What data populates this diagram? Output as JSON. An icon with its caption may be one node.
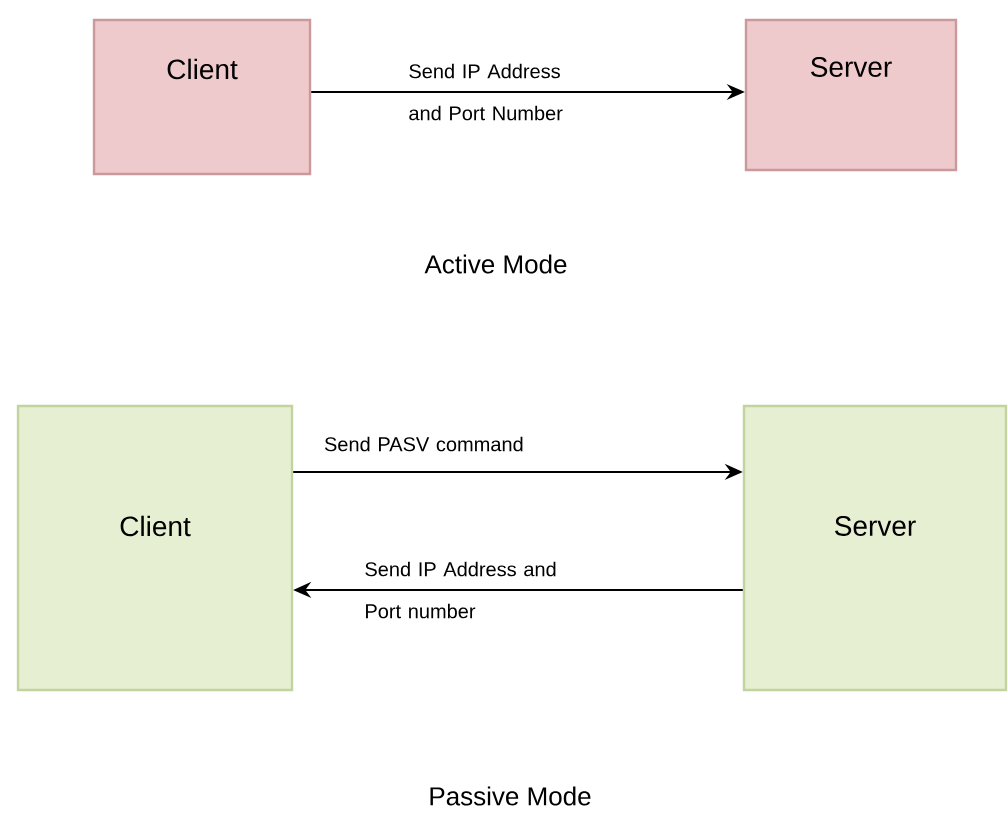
{
  "diagram": {
    "nodes": [
      {
        "text": [
          "Client"
        ]
      },
      {
        "text": [
          "Server"
        ]
      },
      {
        "text": [
          "Client"
        ]
      },
      {
        "text": [
          "Server"
        ]
      }
    ],
    "edges": [
      {
        "from": 0,
        "to": 1,
        "arrow": "to",
        "label": "Send IP Address and Port Number"
      },
      {
        "from": 2,
        "to": 3,
        "arrow": "to",
        "label": "Send PASV command"
      },
      {
        "from": 3,
        "to": 2,
        "arrow": "to",
        "label": "Send IP Address and Port number"
      }
    ],
    "labels": [
      "Active Mode",
      "Passive Mode"
    ]
  }
}
